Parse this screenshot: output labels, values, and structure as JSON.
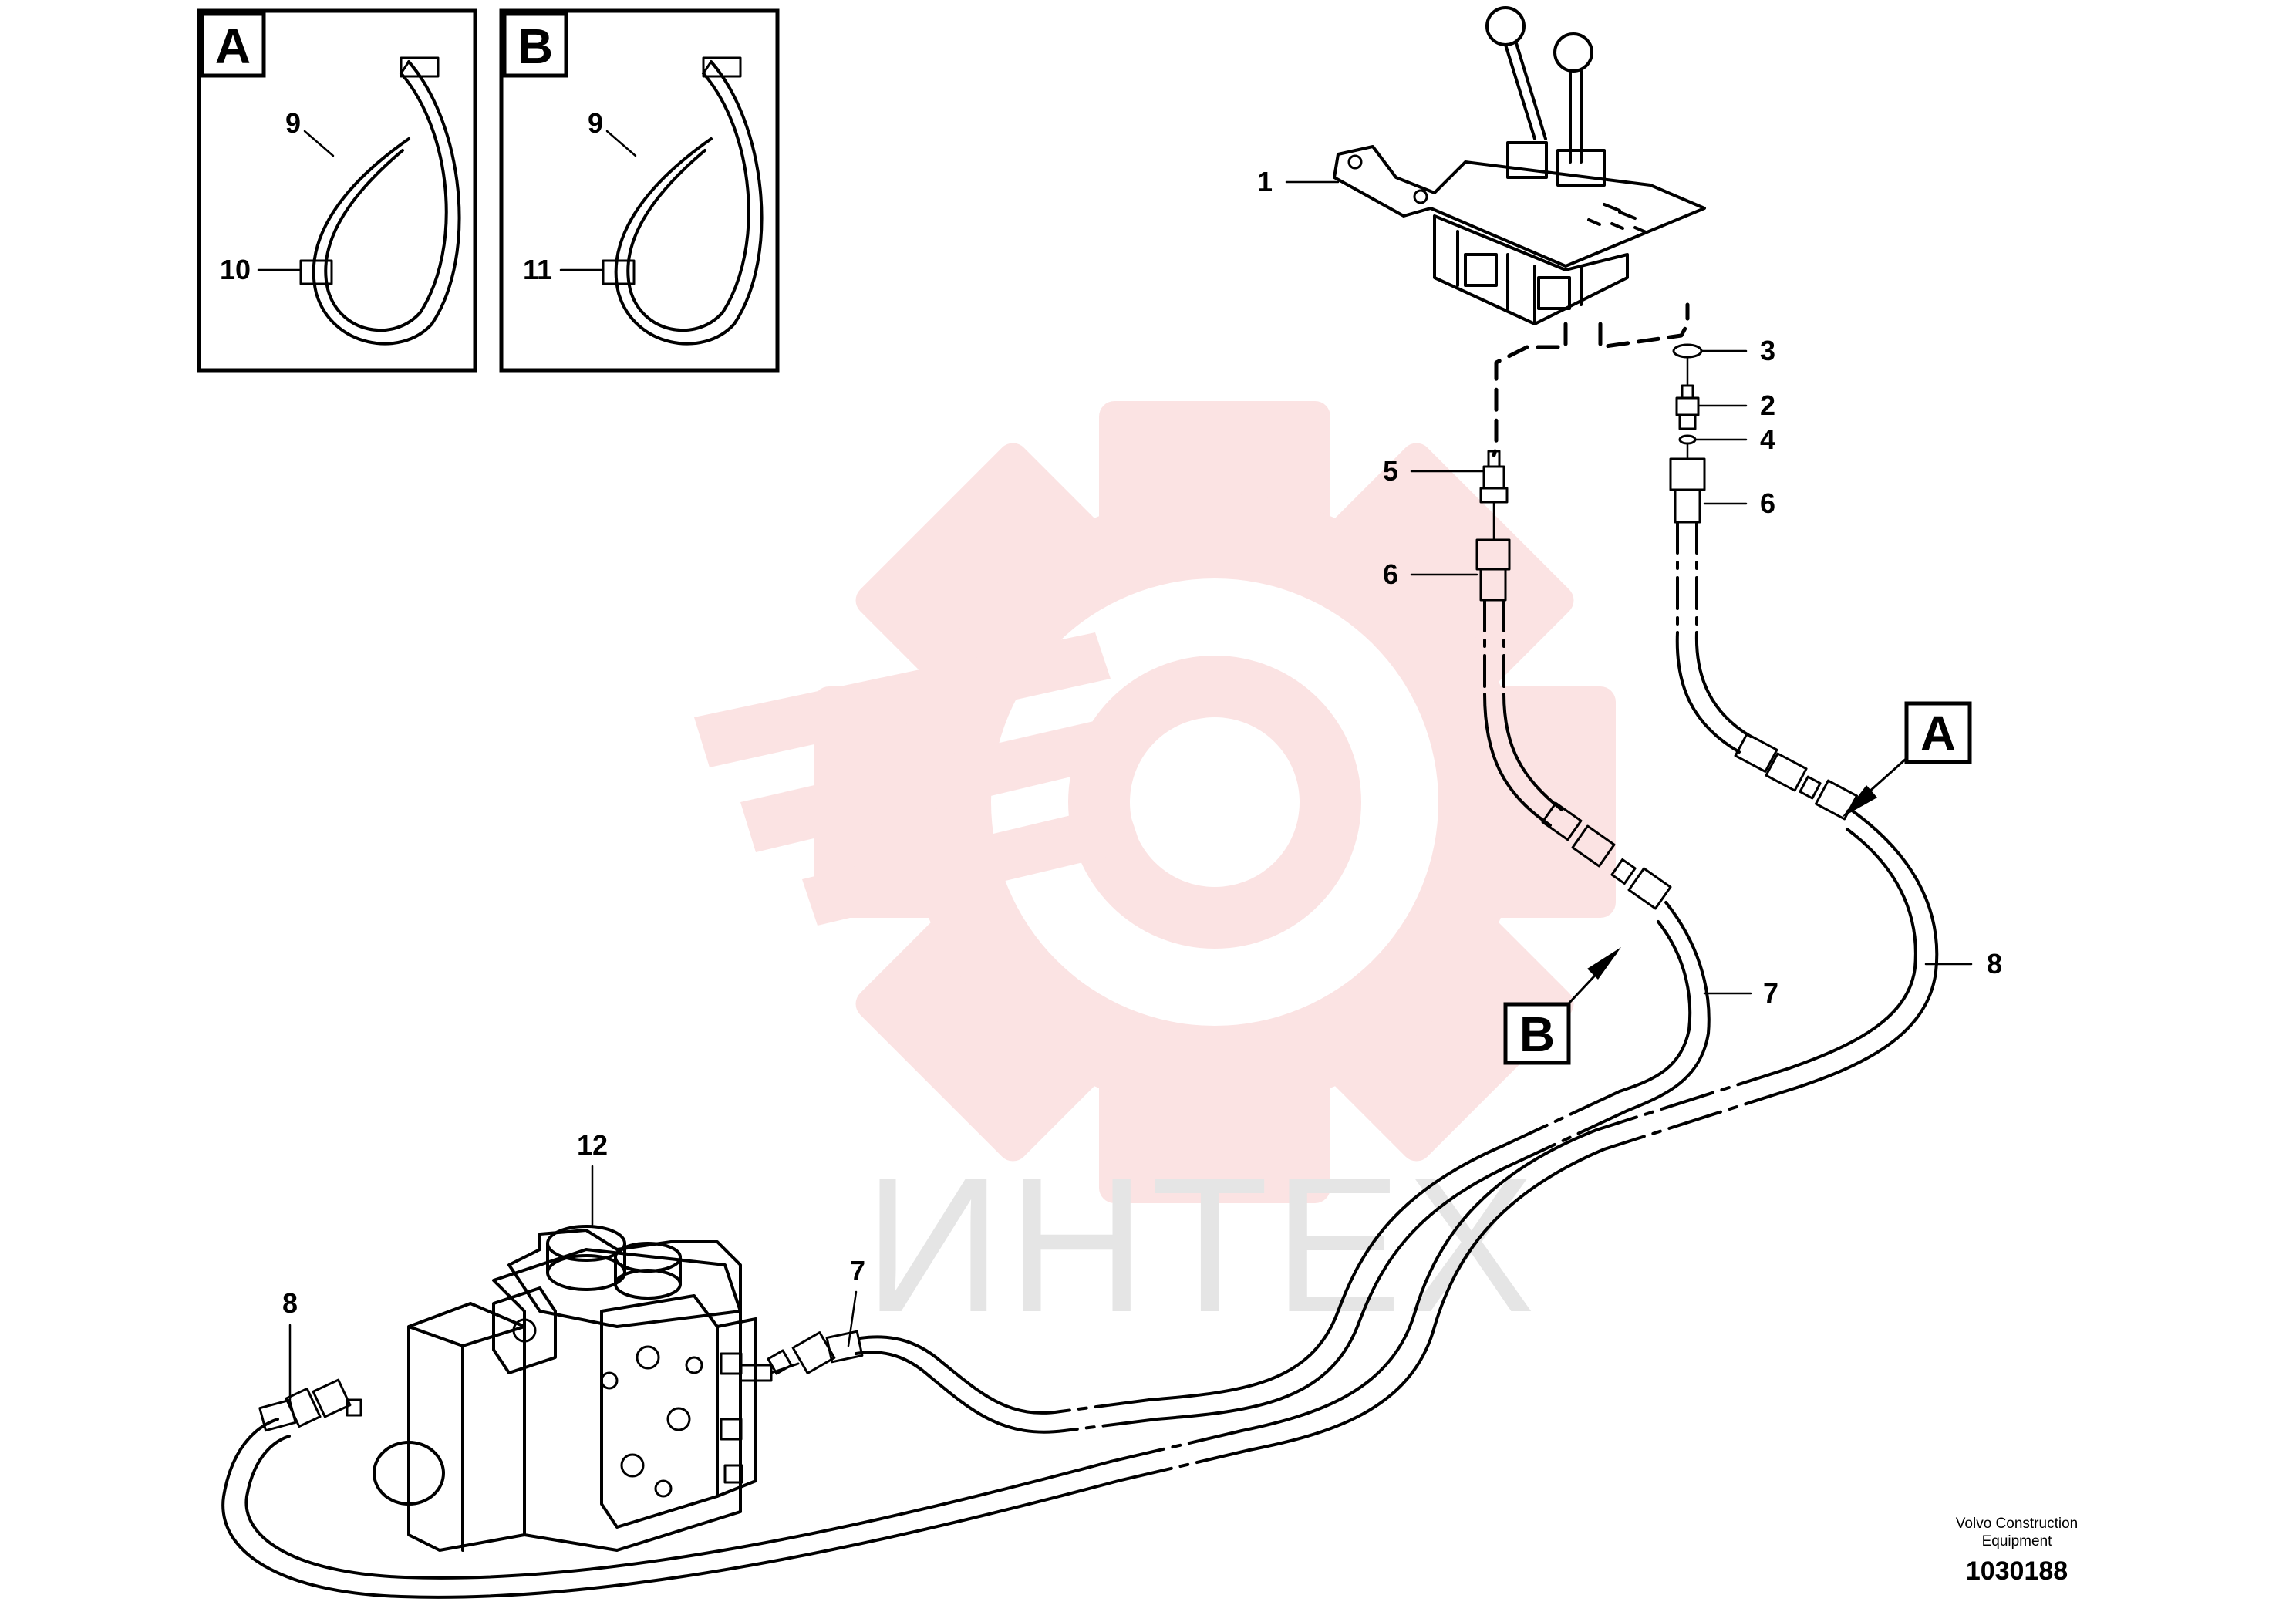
{
  "watermark": {
    "text": "ИНТЕХ",
    "logo": "gear-wrench-logo",
    "gear_color": "#fbe3e3",
    "text_color": "#e5e5e5"
  },
  "detail_views": {
    "a": {
      "letter": "A",
      "strap_callout": "9",
      "head_callout": "10"
    },
    "b": {
      "letter": "B",
      "strap_callout": "9",
      "head_callout": "11"
    }
  },
  "detail_markers": {
    "a": "A",
    "b": "B"
  },
  "callouts": {
    "c1": "1",
    "c2": "2",
    "c3": "3",
    "c4": "4",
    "c5": "5",
    "c6_left": "6",
    "c6_right": "6",
    "c7_upper": "7",
    "c7_lower": "7",
    "c8_right": "8",
    "c8_left": "8",
    "c12": "12"
  },
  "footer": {
    "line1": "Volvo Construction",
    "line2": "Equipment",
    "figure_number": "1030188"
  },
  "colors": {
    "ink": "#000000",
    "background": "#ffffff"
  }
}
